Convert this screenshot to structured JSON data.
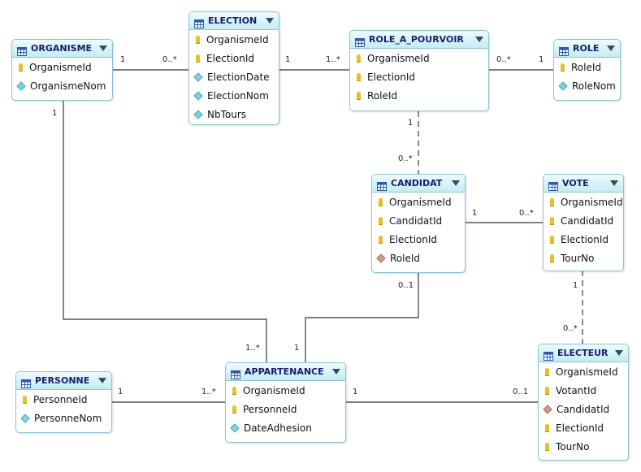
{
  "entities": {
    "organisme": {
      "name": "ORGANISME",
      "attrs": [
        {
          "name": "OrganismeId",
          "icon": "key"
        },
        {
          "name": "OrganismeNom",
          "icon": "attribute"
        }
      ]
    },
    "election": {
      "name": "ELECTION",
      "attrs": [
        {
          "name": "OrganismeId",
          "icon": "key"
        },
        {
          "name": "ElectionId",
          "icon": "key"
        },
        {
          "name": "ElectionDate",
          "icon": "attribute"
        },
        {
          "name": "ElectionNom",
          "icon": "attribute"
        },
        {
          "name": "NbTours",
          "icon": "attribute"
        }
      ]
    },
    "role_a_pourvoir": {
      "name": "ROLE_A_POURVOIR",
      "attrs": [
        {
          "name": "OrganismeId",
          "icon": "key"
        },
        {
          "name": "ElectionId",
          "icon": "key"
        },
        {
          "name": "RoleId",
          "icon": "key"
        }
      ]
    },
    "role": {
      "name": "ROLE",
      "attrs": [
        {
          "name": "RoleId",
          "icon": "key"
        },
        {
          "name": "RoleNom",
          "icon": "attribute"
        }
      ]
    },
    "candidat": {
      "name": "CANDIDAT",
      "attrs": [
        {
          "name": "OrganismeId",
          "icon": "key"
        },
        {
          "name": "CandidatId",
          "icon": "key"
        },
        {
          "name": "ElectionId",
          "icon": "key"
        },
        {
          "name": "RoleId",
          "icon": "foreign-key"
        }
      ]
    },
    "vote": {
      "name": "VOTE",
      "attrs": [
        {
          "name": "OrganismeId",
          "icon": "key"
        },
        {
          "name": "CandidatId",
          "icon": "key"
        },
        {
          "name": "ElectionId",
          "icon": "key"
        },
        {
          "name": "TourNo",
          "icon": "key"
        }
      ]
    },
    "personne": {
      "name": "PERSONNE",
      "attrs": [
        {
          "name": "PersonneId",
          "icon": "key"
        },
        {
          "name": "PersonneNom",
          "icon": "attribute"
        }
      ]
    },
    "appartenance": {
      "name": "APPARTENANCE",
      "attrs": [
        {
          "name": "OrganismeId",
          "icon": "key"
        },
        {
          "name": "PersonneId",
          "icon": "key"
        },
        {
          "name": "DateAdhesion",
          "icon": "attribute"
        }
      ]
    },
    "electeur": {
      "name": "ELECTEUR",
      "attrs": [
        {
          "name": "OrganismeId",
          "icon": "key"
        },
        {
          "name": "VotantId",
          "icon": "key"
        },
        {
          "name": "CandidatId",
          "icon": "foreign-key"
        },
        {
          "name": "ElectionId",
          "icon": "key"
        },
        {
          "name": "TourNo",
          "icon": "key"
        }
      ]
    }
  },
  "cardinalities": {
    "org_elec_a": "1",
    "org_elec_b": "0..*",
    "elec_rap_a": "1",
    "elec_rap_b": "1..*",
    "rap_role_a": "0..*",
    "rap_role_b": "1",
    "rap_cand_a": "1",
    "rap_cand_b": "0..*",
    "cand_vote_a": "1",
    "cand_vote_b": "0..*",
    "vote_elect_a": "1",
    "vote_elect_b": "0..*",
    "org_app_a": "1",
    "org_app_b": "1..*",
    "cand_app_a": "0..1",
    "cand_app_b": "1",
    "pers_app_a": "1",
    "pers_app_b": "1..*",
    "app_elect_a": "1",
    "app_elect_b": "0..1"
  },
  "colors": {
    "header_top": "#eefbfd",
    "header_bottom": "#c3edf3",
    "border": "#8fc4cf",
    "title": "#1a1a6e",
    "line": "#555555"
  }
}
